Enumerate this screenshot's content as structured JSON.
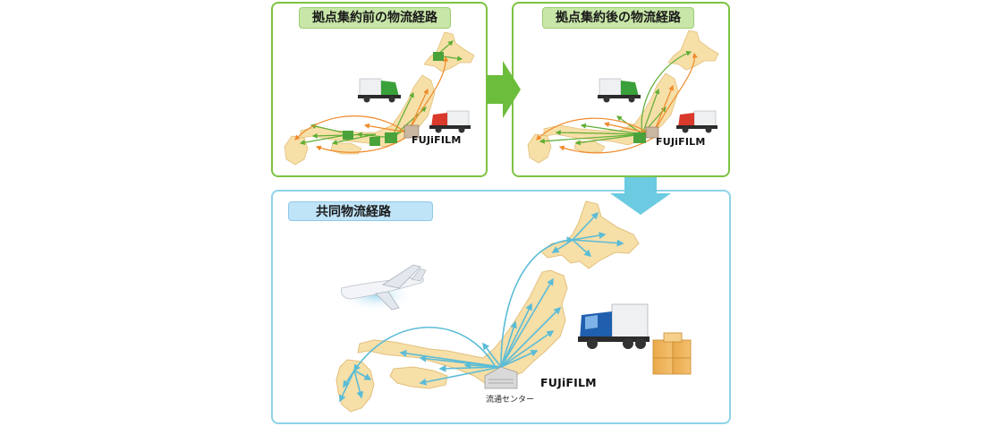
{
  "panels": {
    "before": {
      "title": "拠点集約前の物流経路",
      "logo": "FUJiFILM"
    },
    "after": {
      "title": "拠点集約後の物流経路",
      "logo": "FUJiFILM"
    },
    "shared": {
      "title": "共同物流経路",
      "logo": "FUJiFILM",
      "center_label": "流通センター"
    }
  },
  "colors": {
    "panel_green_border": "#7dc242",
    "panel_blue_border": "#8fd3ea",
    "land": "#f7dfa8",
    "green_route": "#5fae35",
    "orange_route": "#f08a2a",
    "blue_route": "#5bbcd6",
    "arrow_green": "#6cbd3b",
    "arrow_blue": "#6ccbe0"
  },
  "icons": [
    "green-truck-icon",
    "red-truck-icon",
    "blue-truck-icon",
    "airplane-icon",
    "cardboard-boxes-icon",
    "warehouse-icon",
    "factory-icon"
  ]
}
